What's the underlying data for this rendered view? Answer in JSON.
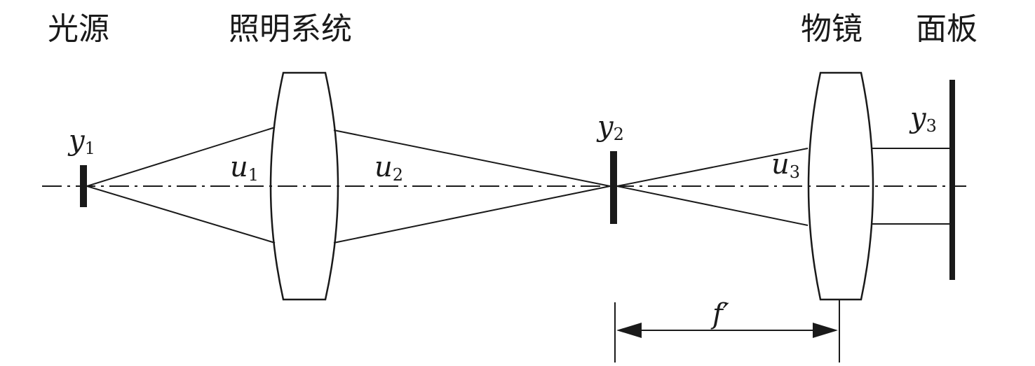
{
  "labels": {
    "light_source": "光源",
    "illumination_system": "照明系统",
    "objective": "物镜",
    "panel": "面板"
  },
  "symbols": {
    "y1": {
      "base": "y",
      "sub": "1"
    },
    "y2": {
      "base": "y",
      "sub": "2"
    },
    "y3": {
      "base": "y",
      "sub": "3"
    },
    "u1": {
      "base": "u",
      "sub": "1"
    },
    "u2": {
      "base": "u",
      "sub": "2"
    },
    "u3": {
      "base": "u",
      "sub": "3"
    },
    "focal_length": "f′"
  }
}
